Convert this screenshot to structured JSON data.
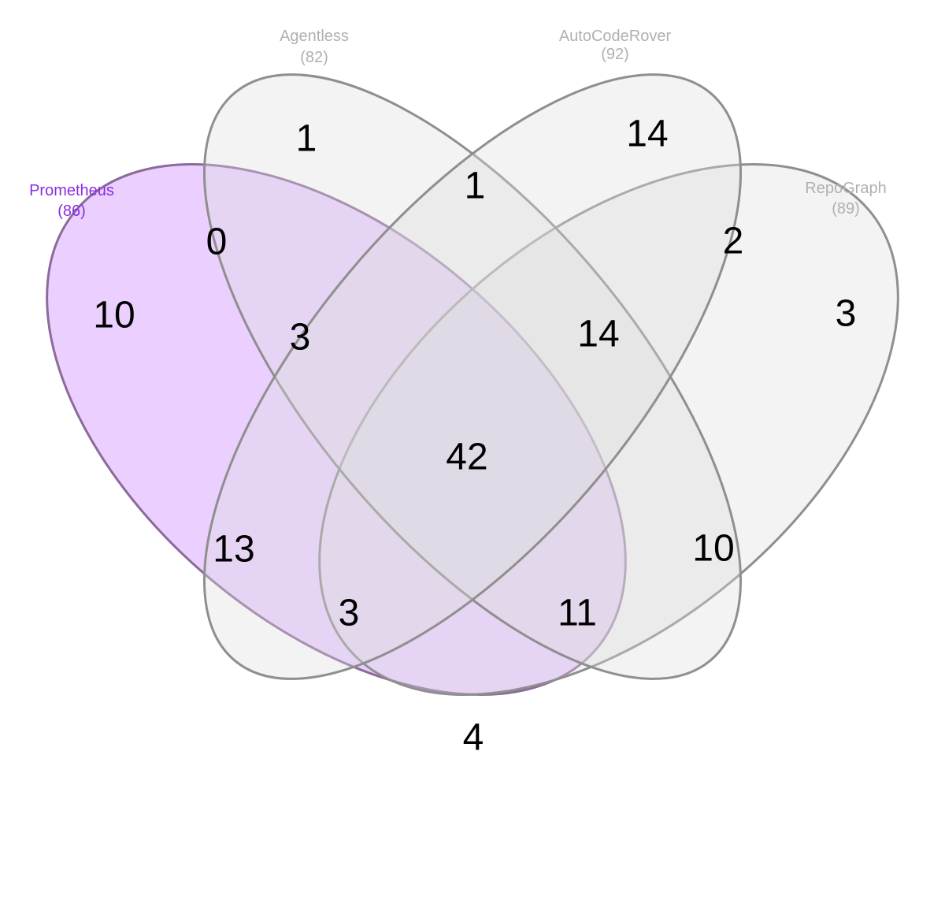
{
  "sets": [
    {
      "id": "prometheus",
      "name": "Prometheus",
      "count": "(86)",
      "fill": "#d9a7ff",
      "stroke": "#8c6a99",
      "label_color": "#8a2be2",
      "fill_opacity": 0.55
    },
    {
      "id": "agentless",
      "name": "Agentless",
      "count": "(82)",
      "fill": "#dcdcdc",
      "stroke": "#8f8f8f",
      "label_color": "#b0b0b0",
      "fill_opacity": 0.35
    },
    {
      "id": "autocoderover",
      "name": "AutoCodeRover",
      "count": "(92)",
      "fill": "#dcdcdc",
      "stroke": "#8f8f8f",
      "label_color": "#b0b0b0",
      "fill_opacity": 0.35
    },
    {
      "id": "repograph",
      "name": "RepoGraph",
      "count": "(89)",
      "fill": "#dcdcdc",
      "stroke": "#8f8f8f",
      "label_color": "#b0b0b0",
      "fill_opacity": 0.35
    }
  ],
  "regions": [
    {
      "id": "p-only",
      "value": "10"
    },
    {
      "id": "a-only",
      "value": "1"
    },
    {
      "id": "c-only",
      "value": "14"
    },
    {
      "id": "r-only",
      "value": "3"
    },
    {
      "id": "p-a",
      "value": "0"
    },
    {
      "id": "a-c",
      "value": "1"
    },
    {
      "id": "c-r",
      "value": "2"
    },
    {
      "id": "p-a-c",
      "value": "3"
    },
    {
      "id": "a-c-r",
      "value": "14"
    },
    {
      "id": "all-four",
      "value": "42"
    },
    {
      "id": "p-c",
      "value": "13"
    },
    {
      "id": "a-r",
      "value": "10"
    },
    {
      "id": "p-c-r",
      "value": "3"
    },
    {
      "id": "p-a-r",
      "value": "11"
    },
    {
      "id": "p-r",
      "value": "4"
    }
  ]
}
